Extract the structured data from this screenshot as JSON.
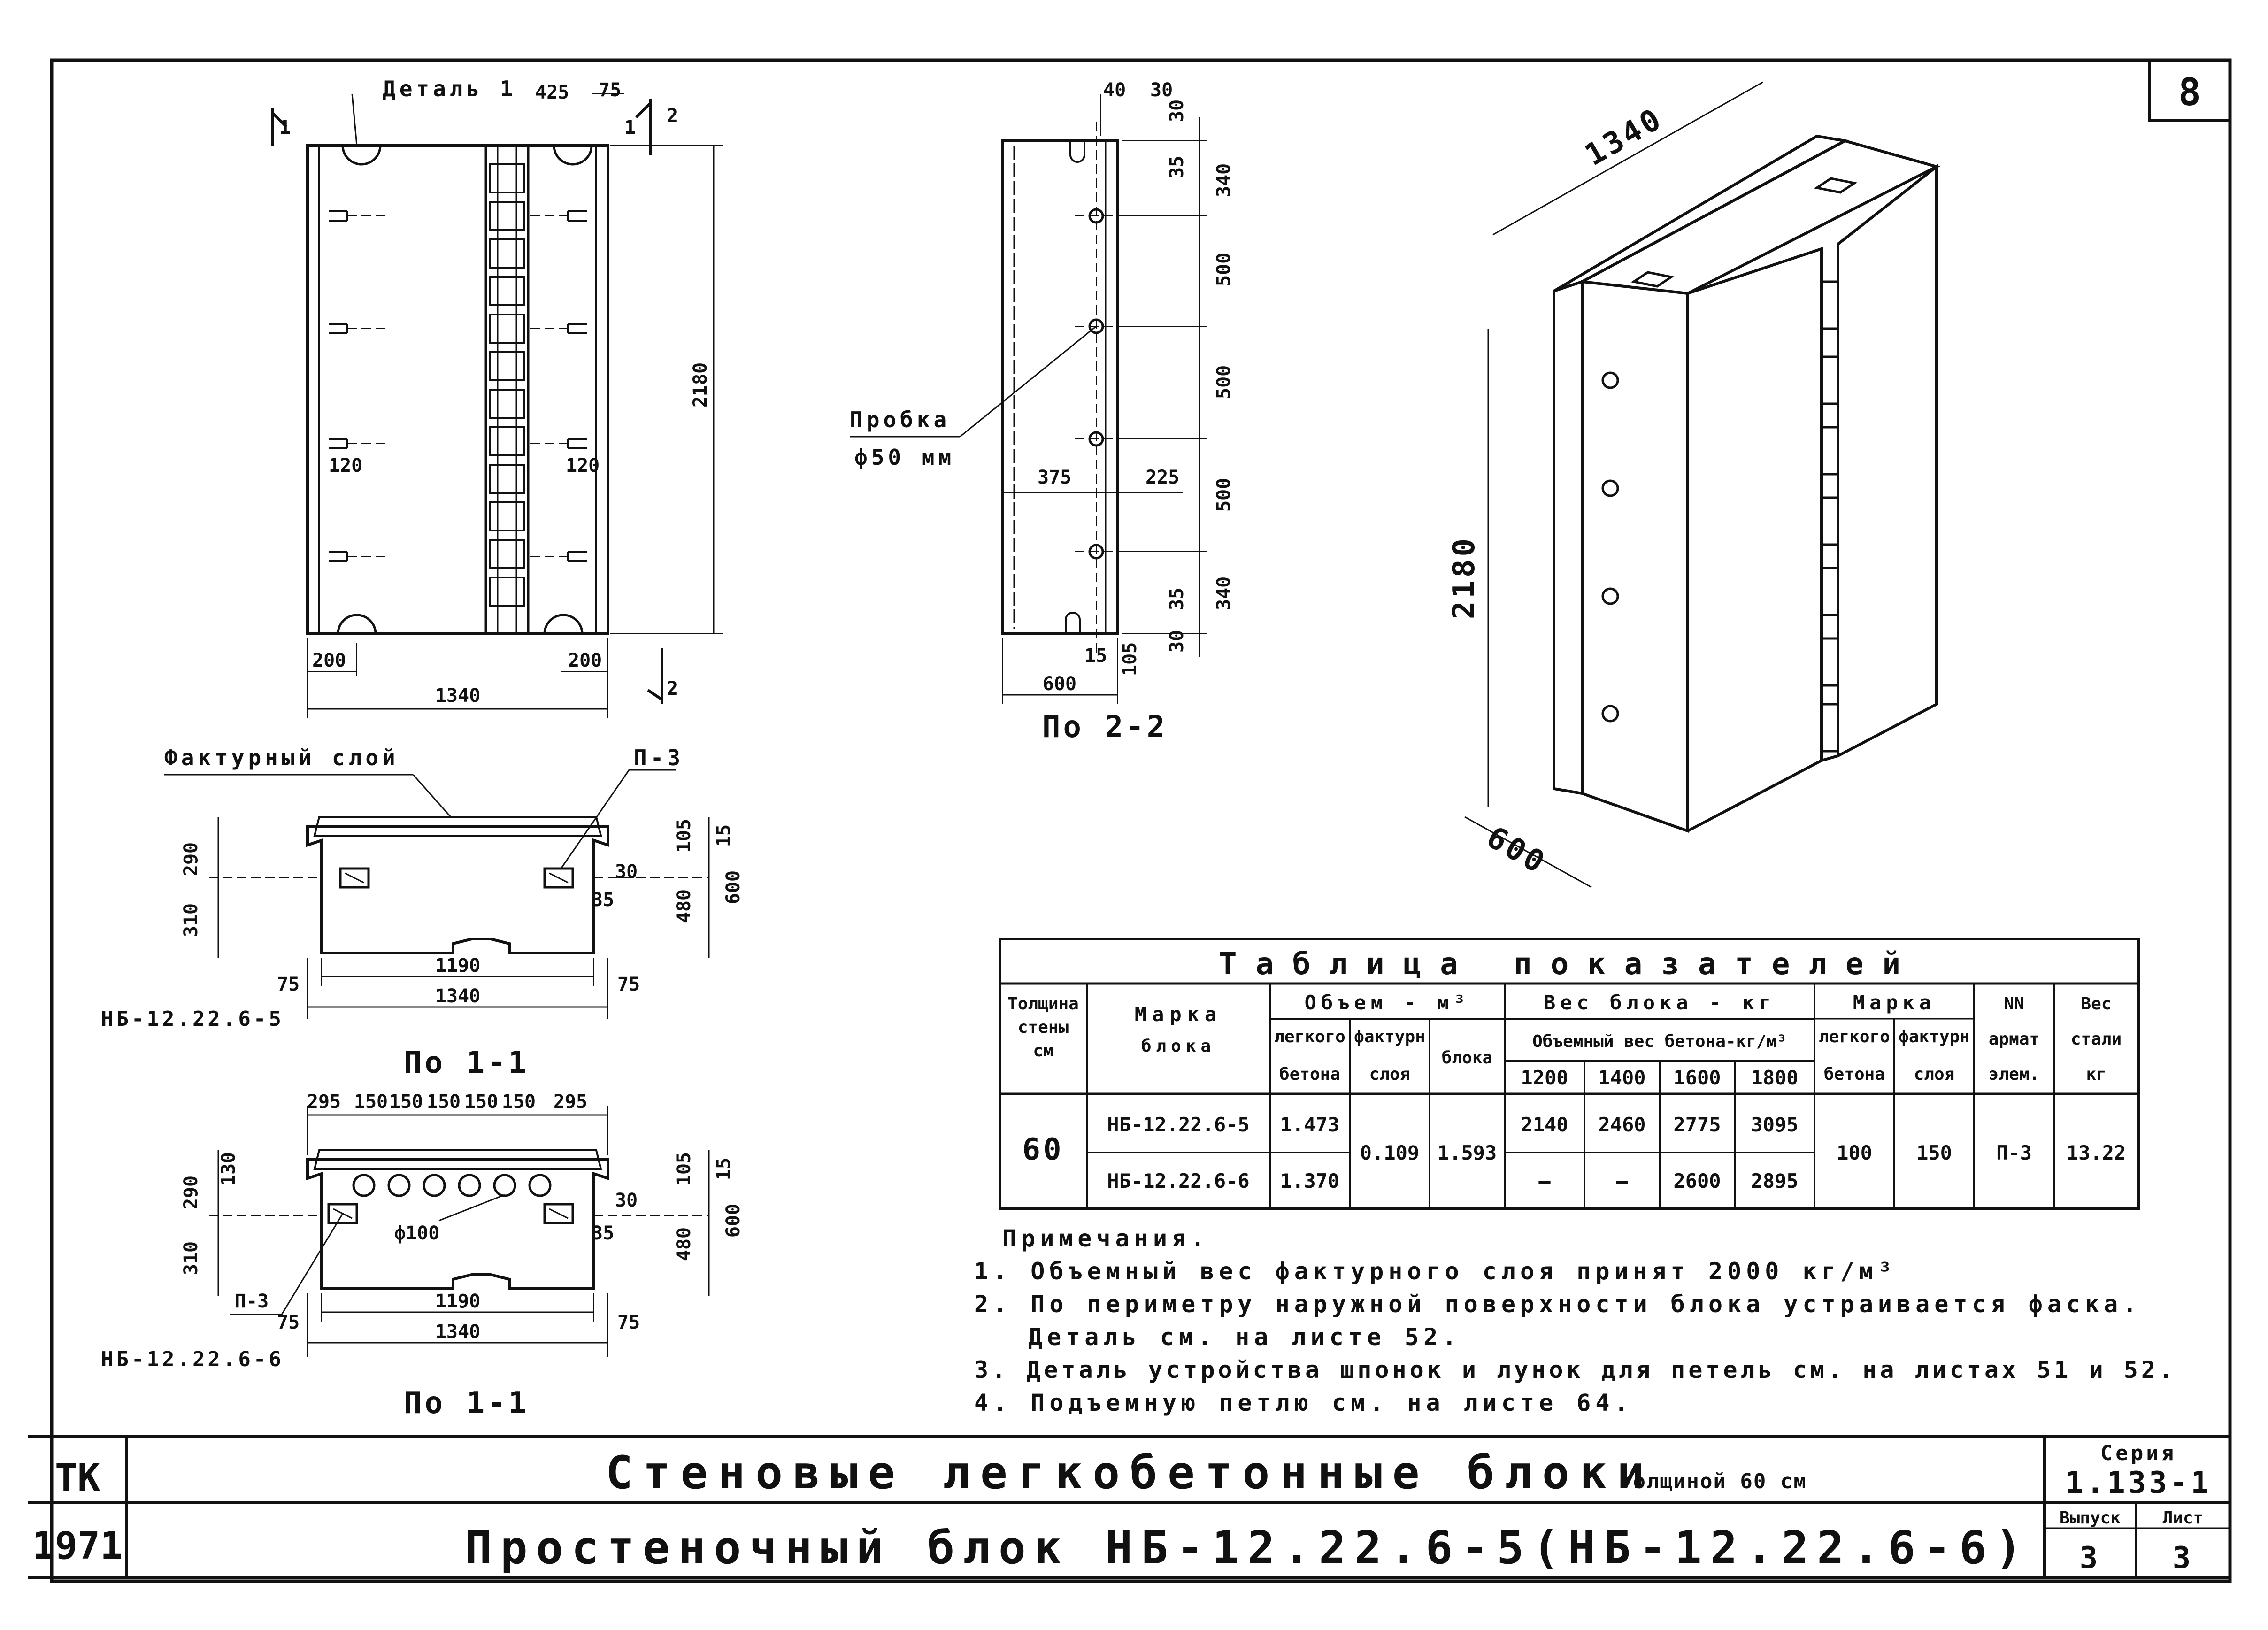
{
  "sheet_number": "8",
  "elevation": {
    "detail_label": "Деталь 1",
    "section_mark_1": "1",
    "section_mark_2": "2",
    "dim_top_425": "425",
    "dim_top_75": "75",
    "dim_height": "2180",
    "dim_120_left": "120",
    "dim_120_right": "120",
    "dim_200_left": "200",
    "dim_200_right": "200",
    "dim_width": "1340"
  },
  "section_2_2": {
    "dim_40": "40",
    "dim_30_top": "30",
    "dim_30_b": "30",
    "dim_35_top": "35",
    "dim_340_top": "340",
    "dim_500_a": "500",
    "dim_500_b": "500",
    "dim_500_c": "500",
    "dim_340_bottom": "340",
    "dim_35_bottom": "35",
    "dim_30_bottom": "30",
    "dim_375": "375",
    "dim_225": "225",
    "dim_15": "15",
    "dim_105": "105",
    "dim_600": "600",
    "plug_label": "Пробка",
    "plug_size": "ф50 мм",
    "caption": "По 2-2"
  },
  "iso": {
    "dim_length": "1340",
    "dim_height": "2180",
    "dim_depth": "600"
  },
  "section_1_1_a": {
    "texture_label": "Фактурный слой",
    "p3_label": "П-3",
    "dim_290": "290",
    "dim_310": "310",
    "dim_105": "105",
    "dim_15": "15",
    "dim_30": "30",
    "dim_35": "35",
    "dim_480": "480",
    "dim_600": "600",
    "dim_75_left": "75",
    "dim_1190": "1190",
    "dim_75_right": "75",
    "dim_1340": "1340",
    "mark": "НБ-12.22.6-5",
    "caption": "По 1-1"
  },
  "section_1_1_b": {
    "dims_top": [
      "295",
      "150",
      "150",
      "150",
      "150",
      "150",
      "295"
    ],
    "dim_130": "130",
    "dim_290": "290",
    "dim_310": "310",
    "dim_105": "105",
    "dim_15": "15",
    "dim_30": "30",
    "dim_35": "35",
    "dim_480": "480",
    "dim_600": "600",
    "hole_label": "ф100",
    "p3_label": "П-3",
    "dim_75_left": "75",
    "dim_1190": "1190",
    "dim_75_right": "75",
    "dim_1340": "1340",
    "mark": "НБ-12.22.6-6",
    "caption": "По 1-1"
  },
  "table": {
    "title": "Таблица показателей",
    "col_thickness": [
      "Толщина",
      "стены",
      "см"
    ],
    "col_mark": [
      "Марка",
      "блока"
    ],
    "col_volume": "Объем - м³",
    "col_vol_light": [
      "легкого",
      "бетона"
    ],
    "col_vol_texture": [
      "фактурн",
      "слоя"
    ],
    "col_vol_block": "блока",
    "col_weight": "Вес блока - кг",
    "col_weight_sub": "Объемный вес бетона-кг/м³",
    "density_values": [
      "1200",
      "1400",
      "1600",
      "1800"
    ],
    "col_grade": "Марка",
    "col_grade_light": [
      "легкого",
      "бетона"
    ],
    "col_grade_texture": [
      "фактурн",
      "слоя"
    ],
    "col_rebar": [
      "NN",
      "армат",
      "элем."
    ],
    "col_steel": [
      "Вес",
      "стали",
      "кг"
    ],
    "rows": [
      {
        "thickness": "60",
        "mark": "НБ-12.22.6-5",
        "vol_light": "1.473",
        "vol_texture": "0.109",
        "vol_block": "1.593",
        "w1200": "2140",
        "w1400": "2460",
        "w1600": "2775",
        "w1800": "3095",
        "grade_light": "100",
        "grade_texture": "150",
        "rebar": "П-3",
        "steel": "13.22"
      },
      {
        "mark": "НБ-12.22.6-6",
        "vol_light": "1.370",
        "w1200": "—",
        "w1400": "—",
        "w1600": "2600",
        "w1800": "2895"
      }
    ]
  },
  "notes": {
    "heading": "Примечания.",
    "items": [
      "1. Объемный вес фактурного слоя принят 2000 кг/м³",
      "2. По периметру наружной поверхности блока устраивается фаска.",
      "Деталь см. на листе 52.",
      "3. Деталь устройства шпонок и лунок для петель см. на листах 51 и 52.",
      "4. Подъемную петлю см. на листе 64."
    ]
  },
  "title_block": {
    "org": "ТК",
    "year": "1971",
    "title": "Стеновые легкобетонные блоки",
    "title_suffix": "толщиной 60 см",
    "subtitle": "Простеночный блок НБ-12.22.6-5(НБ-12.22.6-6)",
    "series_label": "Серия",
    "series_value": "1.133-1",
    "issue_label": "Выпуск",
    "issue_value": "3",
    "sheet_label": "Лист",
    "sheet_value": "3"
  }
}
